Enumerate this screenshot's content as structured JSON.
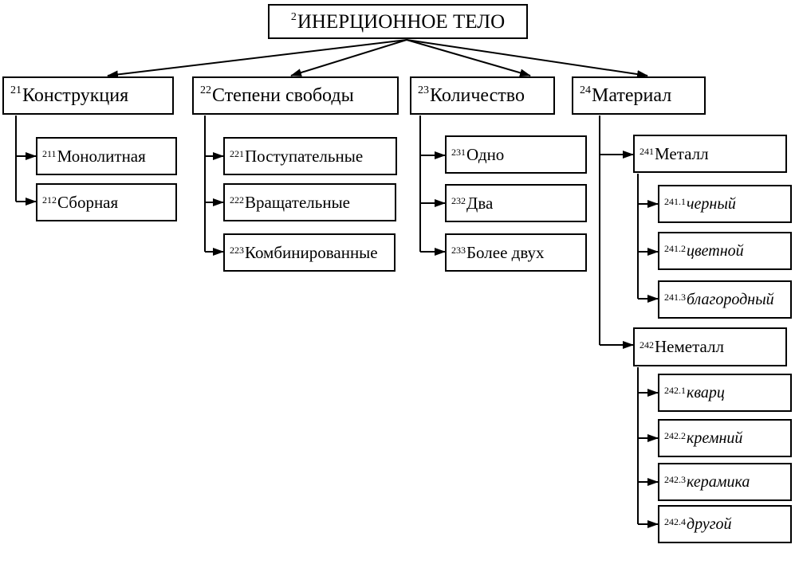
{
  "root": {
    "num": "2",
    "label": "ИНЕРЦИОННОЕ ТЕЛО"
  },
  "categories": [
    {
      "num": "21",
      "label": "Конструкция",
      "items": [
        {
          "num": "211",
          "label": "Монолитная"
        },
        {
          "num": "212",
          "label": "Сборная"
        }
      ]
    },
    {
      "num": "22",
      "label": "Степени свободы",
      "items": [
        {
          "num": "221",
          "label": "Поступательные"
        },
        {
          "num": "222",
          "label": "Вращательные"
        },
        {
          "num": "223",
          "label": "Комбинированные"
        }
      ]
    },
    {
      "num": "23",
      "label": "Количество",
      "items": [
        {
          "num": "231",
          "label": "Одно"
        },
        {
          "num": "232",
          "label": "Два"
        },
        {
          "num": "233",
          "label": "Более двух"
        }
      ]
    },
    {
      "num": "24",
      "label": "Материал",
      "items": [
        {
          "num": "241",
          "label": "Металл",
          "items": [
            {
              "num": "241.1",
              "label": "черный"
            },
            {
              "num": "241.2",
              "label": "цветной"
            },
            {
              "num": "241.3",
              "label": "благородный"
            }
          ]
        },
        {
          "num": "242",
          "label": "Неметалл",
          "items": [
            {
              "num": "242.1",
              "label": "кварц"
            },
            {
              "num": "242.2",
              "label": "кремний"
            },
            {
              "num": "242.3",
              "label": "керамика"
            },
            {
              "num": "242.4",
              "label": "другой"
            }
          ]
        }
      ]
    }
  ]
}
